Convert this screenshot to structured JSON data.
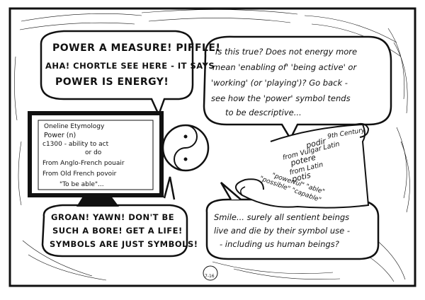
{
  "speech_top_left": {
    "lines": [
      "POWER A MEASURE! PIFFLE!",
      "AHA! CHORTLE SEE HERE - IT SAYS",
      "POWER IS ENERGY!"
    ]
  },
  "speech_top_right": {
    "lines": [
      "Is this true? Does not energy more",
      "mean 'enabling of' 'being active' or",
      "'working' (or 'playing')? Go back -",
      "see how the 'power' symbol tends",
      "to be descriptive..."
    ]
  },
  "monitor": {
    "lines": [
      "Oneline Etymology",
      "Power (n)",
      "c1300 - ability to act",
      "or do",
      "From Anglo-French pouair",
      "From Old French povoir",
      "\"To be able\"..."
    ]
  },
  "scroll": {
    "lines": [
      "9th Century",
      "podir",
      "from Vulgar Latin",
      "potere",
      "from Latin",
      "potis",
      "\"powerful\" \"able\"",
      "\"possible\" \"capable\""
    ]
  },
  "speech_bottom_left": {
    "lines": [
      "GROAN! YAWN! DON'T BE",
      "SUCH A BORE! GET A LIFE!",
      "SYMBOLS ARE JUST SYMBOLS!"
    ]
  },
  "speech_bottom_right": {
    "lines": [
      "Smile... surely all sentient beings",
      "live and die by their symbol use -",
      "- including us human beings?"
    ]
  },
  "signature": {
    "text": "7-16"
  }
}
